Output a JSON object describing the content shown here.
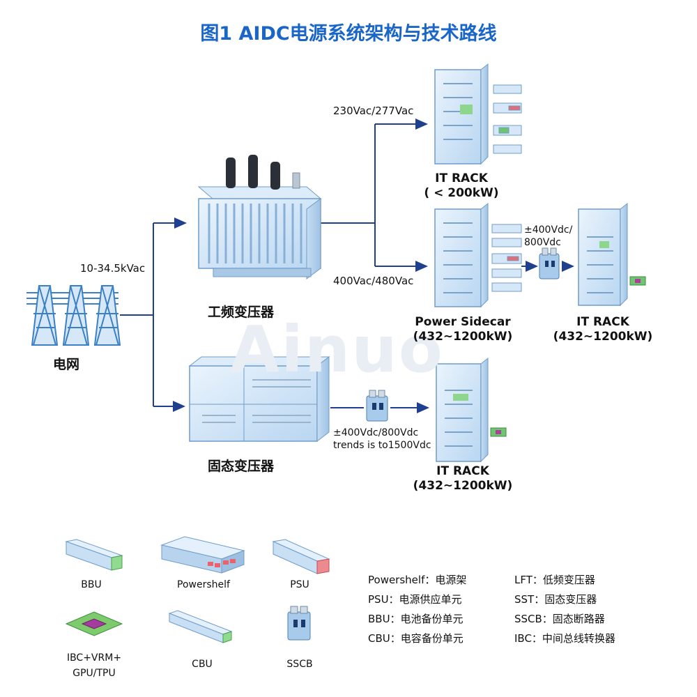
{
  "title": "图1 AIDC电源系统架构与技术路线",
  "watermark": "Ainuo",
  "nodes": {
    "grid": "电网",
    "lft": "工频变压器",
    "sst": "固态变压器",
    "rack1": [
      "IT RACK",
      "( < 200kW)"
    ],
    "sidecar": [
      "Power Sidecar",
      "(432~1200kW)"
    ],
    "rack2": [
      "IT RACK",
      "(432~1200kW)"
    ],
    "rack3": [
      "IT RACK",
      "(432~1200kW)"
    ]
  },
  "edges": {
    "grid_voltage": "10-34.5kVac",
    "to_rack1": "230Vac/277Vac",
    "to_sidecar": "400Vac/480Vac",
    "sidecar_to_rack": [
      "±400Vdc/",
      "800Vdc"
    ],
    "sst_to_rack": [
      "±400Vdc/800Vdc",
      "trends is to1500Vdc"
    ]
  },
  "legend_icons": [
    {
      "icon": "bbu-icon",
      "label": "BBU"
    },
    {
      "icon": "powershelf-icon",
      "label": "Powershelf"
    },
    {
      "icon": "psu-icon",
      "label": "PSU"
    },
    {
      "icon": "chip-icon",
      "label": "IBC+VRM+\nGPU/TPU"
    },
    {
      "icon": "cbu-icon",
      "label": "CBU"
    },
    {
      "icon": "sscb-icon",
      "label": "SSCB"
    }
  ],
  "abbreviations": [
    [
      "Powershelf：电源架",
      "LFT：低频变压器"
    ],
    [
      "PSU：电源供应单元",
      "SST：固态变压器"
    ],
    [
      "BBU：电池备份单元",
      "SSCB：固态断路器"
    ],
    [
      "CBU：电容备份单元",
      "IBC：中间总线转换器"
    ]
  ],
  "colors": {
    "title": "#1a66c8",
    "arrow": "#1f3f8f",
    "glass": "#cfe3f7",
    "glass_edge": "#6f9cc8"
  }
}
